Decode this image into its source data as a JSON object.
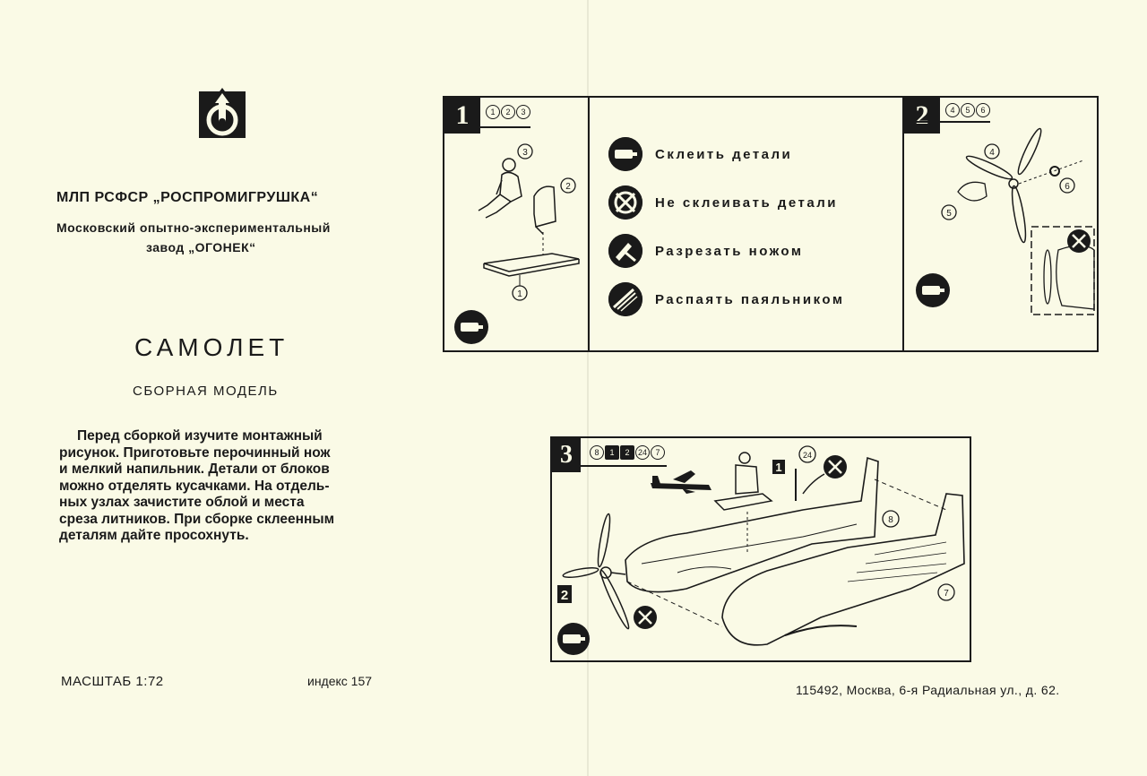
{
  "organization": {
    "line1": "МЛП РСФСР „РОСПРОМИГРУШКА“",
    "line2": "Московский опытно-экспериментальный",
    "line3": "завод „ОГОНЕК“"
  },
  "product": {
    "title": "САМОЛЕТ",
    "subtitle": "СБОРНАЯ МОДЕЛЬ"
  },
  "instructions": [
    "Перед сборкой изучите монтажный",
    "рисунок. Приготовьте перочинный нож",
    "и мелкий напильник. Детали от блоков",
    "можно отделять кусачками. На отдель-",
    "ных узлах зачистите облой и места",
    "среза литников. При сборке склеенным",
    "деталям дайте просохнуть."
  ],
  "footer": {
    "scale": "МАСШТАБ 1:72",
    "index": "индекс 157",
    "address": "115492, Москва, 6-я Радиальная ул., д. 62."
  },
  "legend": [
    {
      "label": "Склеить детали",
      "icon": "glue-tube-icon"
    },
    {
      "label": "Не склеивать детали",
      "icon": "no-glue-icon"
    },
    {
      "label": "Разрезать ножом",
      "icon": "knife-cut-icon"
    },
    {
      "label": "Распаять паяльником",
      "icon": "soldering-iron-icon"
    }
  ],
  "steps": [
    {
      "number": "1",
      "parts": [
        "1",
        "2",
        "3"
      ],
      "callouts": [
        "3",
        "2",
        "1"
      ]
    },
    {
      "number": "2",
      "parts": [
        "4",
        "5",
        "6"
      ],
      "callouts": [
        "4",
        "6",
        "5"
      ]
    },
    {
      "number": "3",
      "parts": [
        "8",
        "1",
        "2",
        "24",
        "7"
      ],
      "callouts": [
        "1",
        "24",
        "8",
        "7",
        "2"
      ]
    }
  ]
}
